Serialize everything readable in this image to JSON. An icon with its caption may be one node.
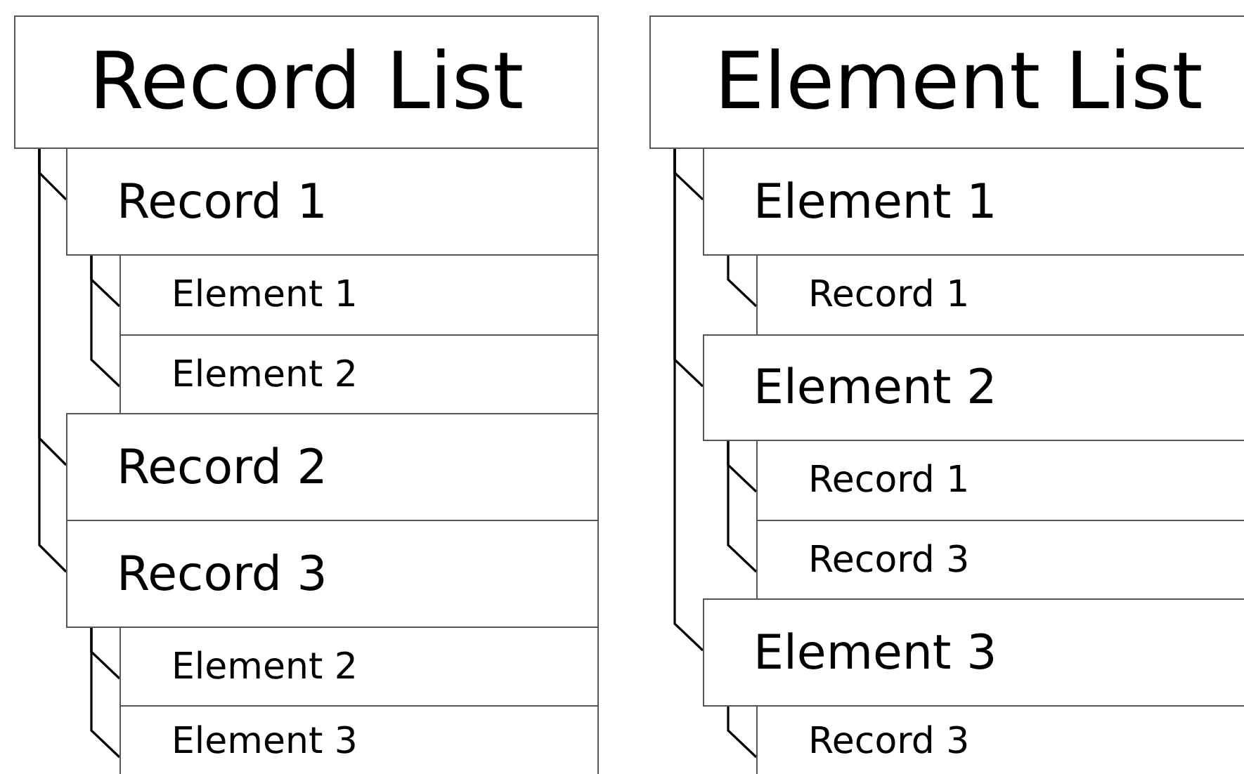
{
  "diagram": {
    "nodes": [
      {
        "text": [
          "Record List"
        ]
      },
      {
        "text": [
          "Record 1"
        ]
      },
      {
        "text": [
          "Element 1"
        ]
      },
      {
        "text": [
          "Element 2"
        ]
      },
      {
        "text": [
          "Record 2"
        ]
      },
      {
        "text": [
          "Record 3"
        ]
      },
      {
        "text": [
          "Element 2"
        ]
      },
      {
        "text": [
          "Element 3"
        ]
      },
      {
        "text": [
          "Element List"
        ]
      },
      {
        "text": [
          "Element 1"
        ]
      },
      {
        "text": [
          "Record 1"
        ]
      },
      {
        "text": [
          "Element 2"
        ]
      },
      {
        "text": [
          "Record 1"
        ]
      },
      {
        "text": [
          "Record 3"
        ]
      },
      {
        "text": [
          "Element 3"
        ]
      },
      {
        "text": [
          "Record 3"
        ]
      }
    ],
    "edges": [
      {
        "from": 0,
        "to": 1,
        "arrow": "none"
      },
      {
        "from": 1,
        "to": 2,
        "arrow": "none"
      },
      {
        "from": 1,
        "to": 3,
        "arrow": "none"
      },
      {
        "from": 0,
        "to": 4,
        "arrow": "none"
      },
      {
        "from": 0,
        "to": 5,
        "arrow": "none"
      },
      {
        "from": 5,
        "to": 6,
        "arrow": "none"
      },
      {
        "from": 5,
        "to": 7,
        "arrow": "none"
      },
      {
        "from": 8,
        "to": 9,
        "arrow": "none"
      },
      {
        "from": 9,
        "to": 10,
        "arrow": "none"
      },
      {
        "from": 8,
        "to": 11,
        "arrow": "none"
      },
      {
        "from": 11,
        "to": 12,
        "arrow": "none"
      },
      {
        "from": 11,
        "to": 13,
        "arrow": "none"
      },
      {
        "from": 8,
        "to": 14,
        "arrow": "none"
      },
      {
        "from": 14,
        "to": 15,
        "arrow": "none"
      }
    ]
  }
}
